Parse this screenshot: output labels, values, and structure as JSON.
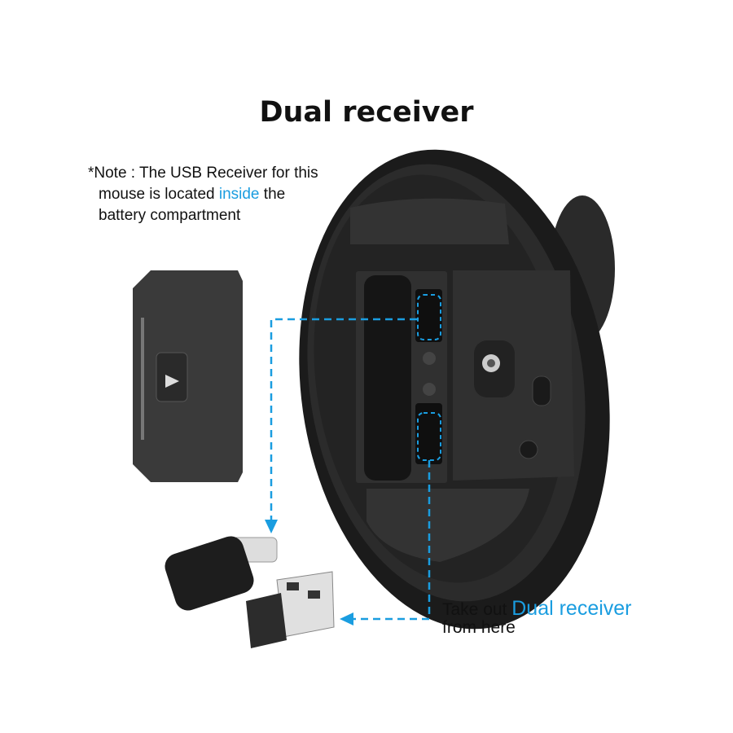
{
  "title": "Dual receiver",
  "note": {
    "line1": "*Note : The USB Receiver for this",
    "line2_pre": "mouse is located ",
    "line2_highlight": "inside",
    "line2_post": " the",
    "line3": "battery compartment"
  },
  "callout": {
    "pre": "Take out ",
    "highlight": "Dual receiver",
    "line2": "from here"
  },
  "colors": {
    "accent": "#1a9de0",
    "text": "#111111"
  }
}
